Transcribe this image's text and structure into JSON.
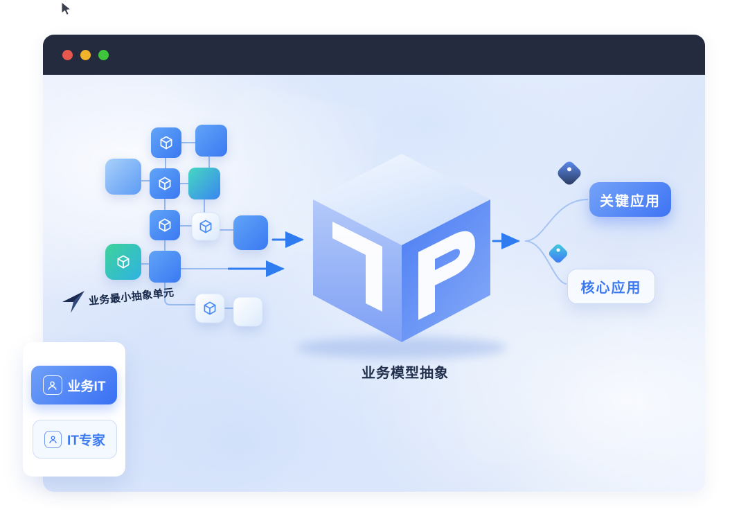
{
  "window": {
    "header": {
      "bg": "#242b3f",
      "controls": [
        {
          "name": "close",
          "color": "#e6574e",
          "style": "background:#e6574e"
        },
        {
          "name": "minimize",
          "color": "#f0b32b",
          "style": "background:#f0b32b"
        },
        {
          "name": "maximize",
          "color": "#3dc53b",
          "style": "background:#3dc53b"
        }
      ]
    }
  },
  "diagram": {
    "unit_note": "业务最小抽象单元",
    "model_caption": "业务模型抽象",
    "outputs": [
      {
        "label": "关键应用",
        "variant": "solid"
      },
      {
        "label": "核心应用",
        "variant": "outline"
      }
    ],
    "roles": [
      {
        "label": "业务IT",
        "variant": "solid"
      },
      {
        "label": "IT专家",
        "variant": "outline"
      }
    ],
    "colors": {
      "accent_blue": "#3e74f4",
      "deep_navy": "#1b2a52",
      "connector_blue": "#8fb6ef",
      "teal": "#45d8c0",
      "green": "#3ed39b"
    },
    "icons": [
      "pointer-cursor-icon",
      "send-cursor-icon",
      "package-icon",
      "tag-icon",
      "user-icon"
    ]
  }
}
